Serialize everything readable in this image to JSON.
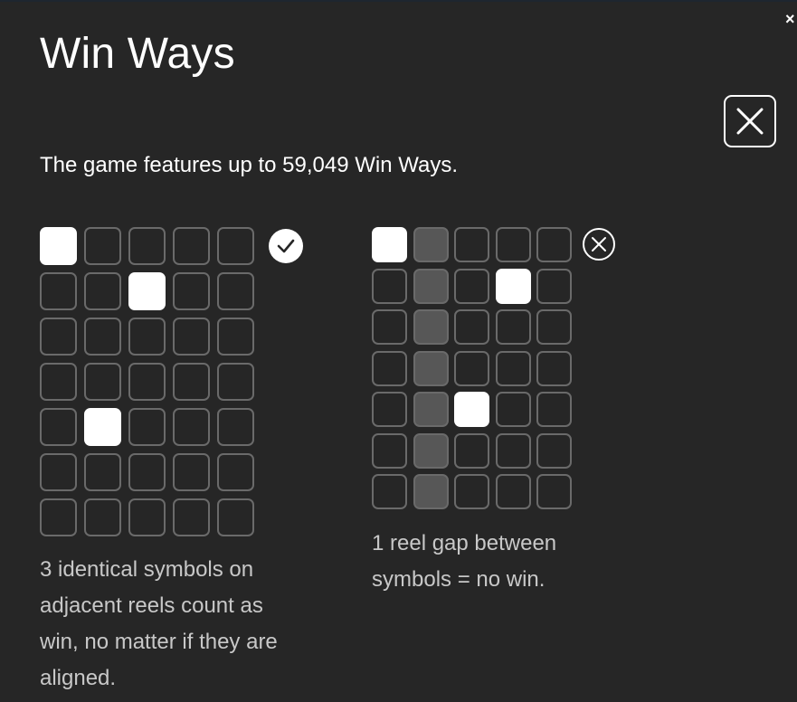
{
  "dialog": {
    "title": "Win Ways",
    "close_label": "Close",
    "corner_close_glyph": "×",
    "intro": "The game features up to 59,049 Win Ways."
  },
  "examples": [
    {
      "status": "win",
      "status_icon": "check-circle-icon",
      "reels": 5,
      "rows": 7,
      "highlighted": [
        [
          0,
          0
        ],
        [
          1,
          4
        ],
        [
          2,
          1
        ]
      ],
      "gap_reels": [],
      "caption_lines": [
        "3 identical symbols on",
        "adjacent reels count as",
        "win, no matter if they are",
        "aligned."
      ]
    },
    {
      "status": "no-win",
      "status_icon": "cross-circle-icon",
      "reels": 5,
      "rows": 7,
      "highlighted": [
        [
          0,
          0
        ],
        [
          2,
          4
        ],
        [
          3,
          1
        ]
      ],
      "gap_reels": [
        1
      ],
      "caption_lines": [
        "1 reel gap between",
        "symbols = no win."
      ]
    }
  ],
  "colors": {
    "background": "#262626",
    "cell_border": "#6a6a6a",
    "symbol": "#ffffff",
    "gap": "#575757",
    "caption": "#c8c8c8"
  }
}
